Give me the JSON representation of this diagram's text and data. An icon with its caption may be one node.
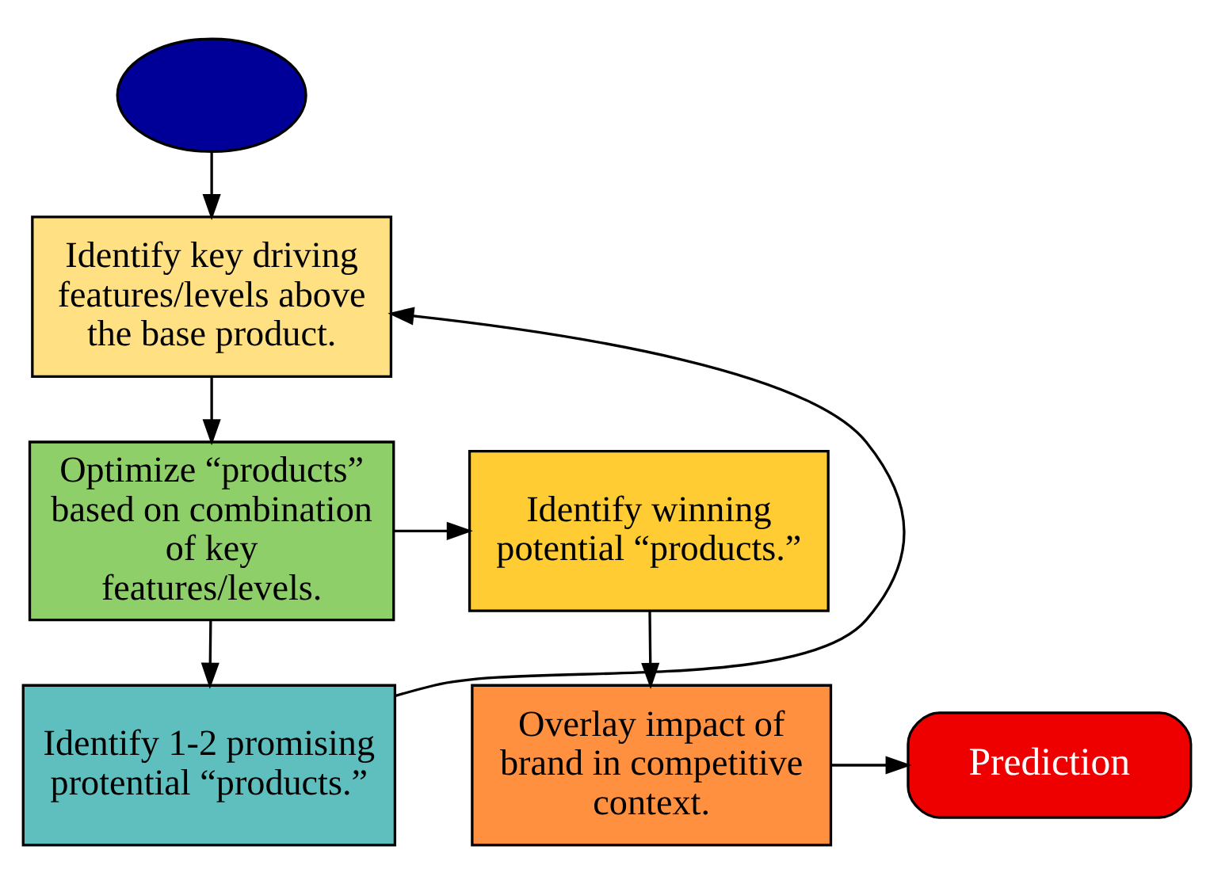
{
  "diagram": {
    "nodes": [
      {
        "text": [],
        "shape": "circle"
      },
      {
        "text": [
          "Identify key driving features/levels above the base product."
        ]
      },
      {
        "text": [
          "Optimize “products” based on combination of key features/levels."
        ]
      },
      {
        "text": [
          "Identify winning potential “products.”"
        ]
      },
      {
        "text": [
          "Identify 1-2 promising protential “products.”"
        ]
      },
      {
        "text": [
          "Overlay impact of brand in competitive context."
        ]
      },
      {
        "text": [
          "Prediction"
        ]
      }
    ],
    "edges": [
      {
        "from": 0,
        "to": 1,
        "arrow": "to"
      },
      {
        "from": 1,
        "to": 2,
        "arrow": "to"
      },
      {
        "from": 2,
        "to": 3,
        "arrow": "to"
      },
      {
        "from": 2,
        "to": 4,
        "arrow": "to"
      },
      {
        "from": 3,
        "to": 5,
        "arrow": "to"
      },
      {
        "from": 5,
        "to": 6,
        "arrow": "to"
      },
      {
        "from": 4,
        "to": 1,
        "arrow": "to"
      }
    ]
  }
}
